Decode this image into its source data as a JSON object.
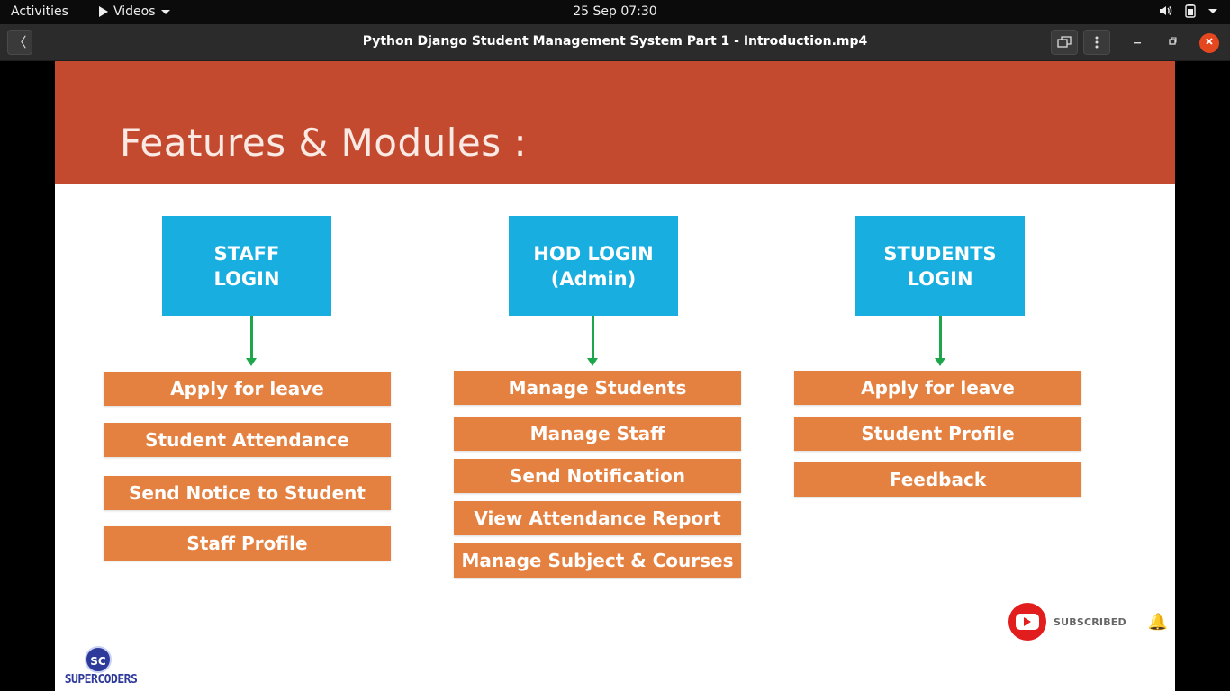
{
  "topbar": {
    "activities": "Activities",
    "app_menu": "Videos",
    "clock": "25 Sep  07:30",
    "icons": [
      "volume-icon",
      "battery-icon",
      "system-menu-chevron-icon"
    ]
  },
  "window": {
    "title": "Python Django Student Management System Part 1 - Introduction.mp4",
    "back_glyph": "〈",
    "buttons": [
      "fullscreen-button",
      "menu-button",
      "minimize-button",
      "maximize-button",
      "close-button"
    ]
  },
  "slide": {
    "heading": "Features & Modules :",
    "colors": {
      "header": "#c34a2f",
      "login_box": "#19aee0",
      "module_box": "#e58140",
      "arrow": "#1ea64a"
    },
    "columns": [
      {
        "login_line1": "STAFF",
        "login_line2": "LOGIN",
        "modules": [
          "Apply for leave",
          "Student Attendance",
          "Send Notice to Student",
          "Staff Profile"
        ]
      },
      {
        "login_line1": "HOD LOGIN",
        "login_line2": "(Admin)",
        "modules": [
          "Manage Students",
          "Manage Staff",
          "Send Notification",
          "View Attendance Report",
          "Manage Subject & Courses"
        ]
      },
      {
        "login_line1": "STUDENTS",
        "login_line2": "LOGIN",
        "modules": [
          "Apply for leave",
          "Student Profile",
          "Feedback"
        ]
      }
    ],
    "subscribe_label": "SUBSCRIBED",
    "logo_initials": "SC",
    "logo_text": "SUPERCODERS"
  }
}
